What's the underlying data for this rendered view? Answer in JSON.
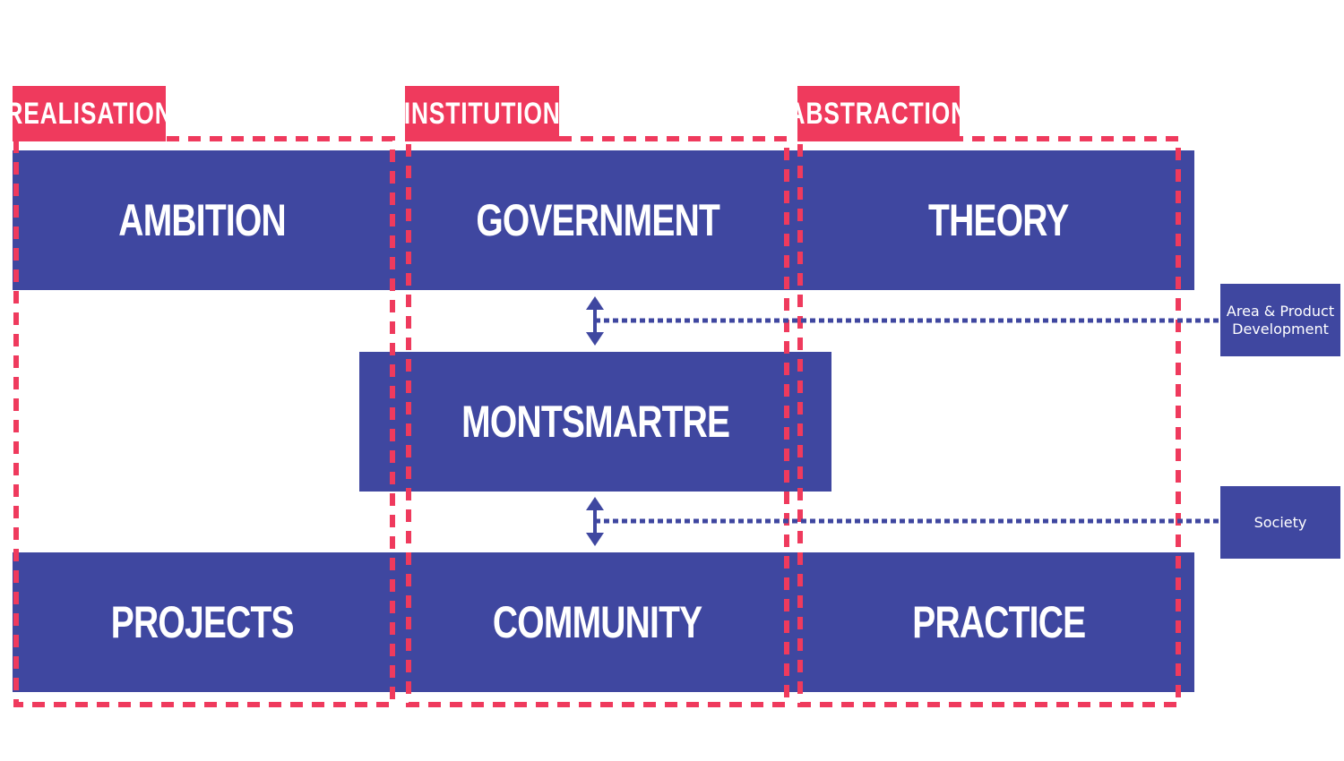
{
  "colors": {
    "band_blue": "#3f47a0",
    "accent_red": "#ef3a5d",
    "arrow_blue": "#3f47a0",
    "background": "#ffffff"
  },
  "columns": {
    "realisation": "REALISATION",
    "institution": "INSTITUTION",
    "abstraction": "ABSTRACTION"
  },
  "top_row": {
    "ambition": "AMBITION",
    "government": "GOVERNMENT",
    "theory": "THEORY"
  },
  "center": {
    "label": "MONTSMARTRE"
  },
  "bottom_row": {
    "projects": "PROJECTS",
    "community": "COMMUNITY",
    "practice": "PRACTICE"
  },
  "side": {
    "area_product_development": "Area & Product Development",
    "society": "Society"
  },
  "icons": {
    "arrow_top": "double-arrow-vertical",
    "arrow_bottom": "double-arrow-vertical"
  }
}
